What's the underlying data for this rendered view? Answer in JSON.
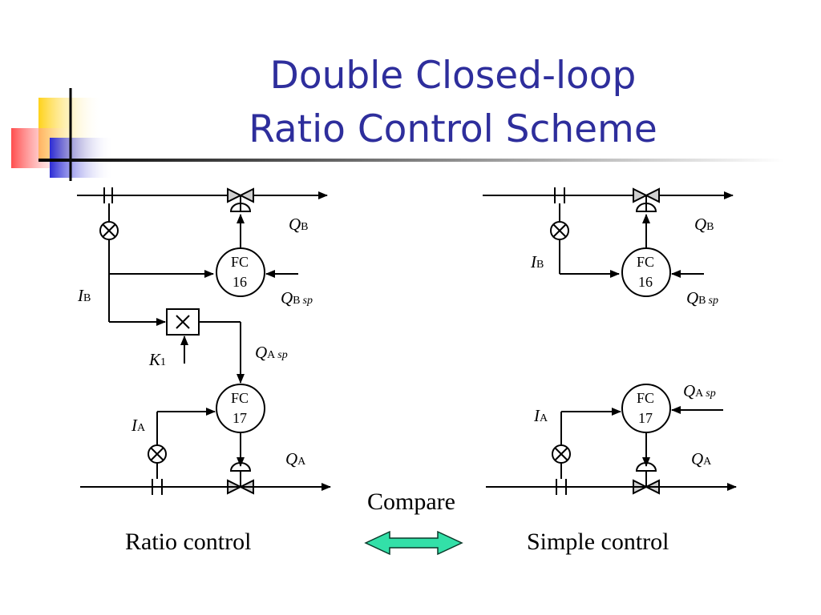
{
  "slide": {
    "title_line1": "Double Closed-loop",
    "title_line2": "Ratio Control Scheme"
  },
  "left_diagram": {
    "caption": "Ratio control",
    "fc_top": {
      "tag": "FC",
      "number": "16"
    },
    "fc_bottom": {
      "tag": "FC",
      "number": "17"
    },
    "flow_b": {
      "symbol": "Q",
      "sub": "B"
    },
    "flow_a": {
      "symbol": "Q",
      "sub": "A"
    },
    "setpoint_b": {
      "symbol": "Q",
      "sub": "B",
      "sp": "sp"
    },
    "setpoint_a": {
      "symbol": "Q",
      "sub": "A",
      "sp": "sp"
    },
    "signal_b": {
      "symbol": "I",
      "sub": "B"
    },
    "signal_a": {
      "symbol": "I",
      "sub": "A"
    },
    "ratio": {
      "symbol": "K",
      "sub": "1"
    }
  },
  "right_diagram": {
    "caption": "Simple control",
    "fc_top": {
      "tag": "FC",
      "number": "16"
    },
    "fc_bottom": {
      "tag": "FC",
      "number": "17"
    },
    "flow_b": {
      "symbol": "Q",
      "sub": "B"
    },
    "flow_a": {
      "symbol": "Q",
      "sub": "A"
    },
    "setpoint_b": {
      "symbol": "Q",
      "sub": "B",
      "sp": "sp"
    },
    "setpoint_a": {
      "symbol": "Q",
      "sub": "A",
      "sp": "sp"
    },
    "signal_b": {
      "symbol": "I",
      "sub": "B"
    },
    "signal_a": {
      "symbol": "I",
      "sub": "A"
    }
  },
  "compare": {
    "label": "Compare",
    "arrow_color": "#33e0a8"
  },
  "colors": {
    "title": "#2e2e9c",
    "deco_yellow": "#ffd21a",
    "deco_red": "#ff4d4d",
    "deco_blue": "#2b2bd6"
  }
}
